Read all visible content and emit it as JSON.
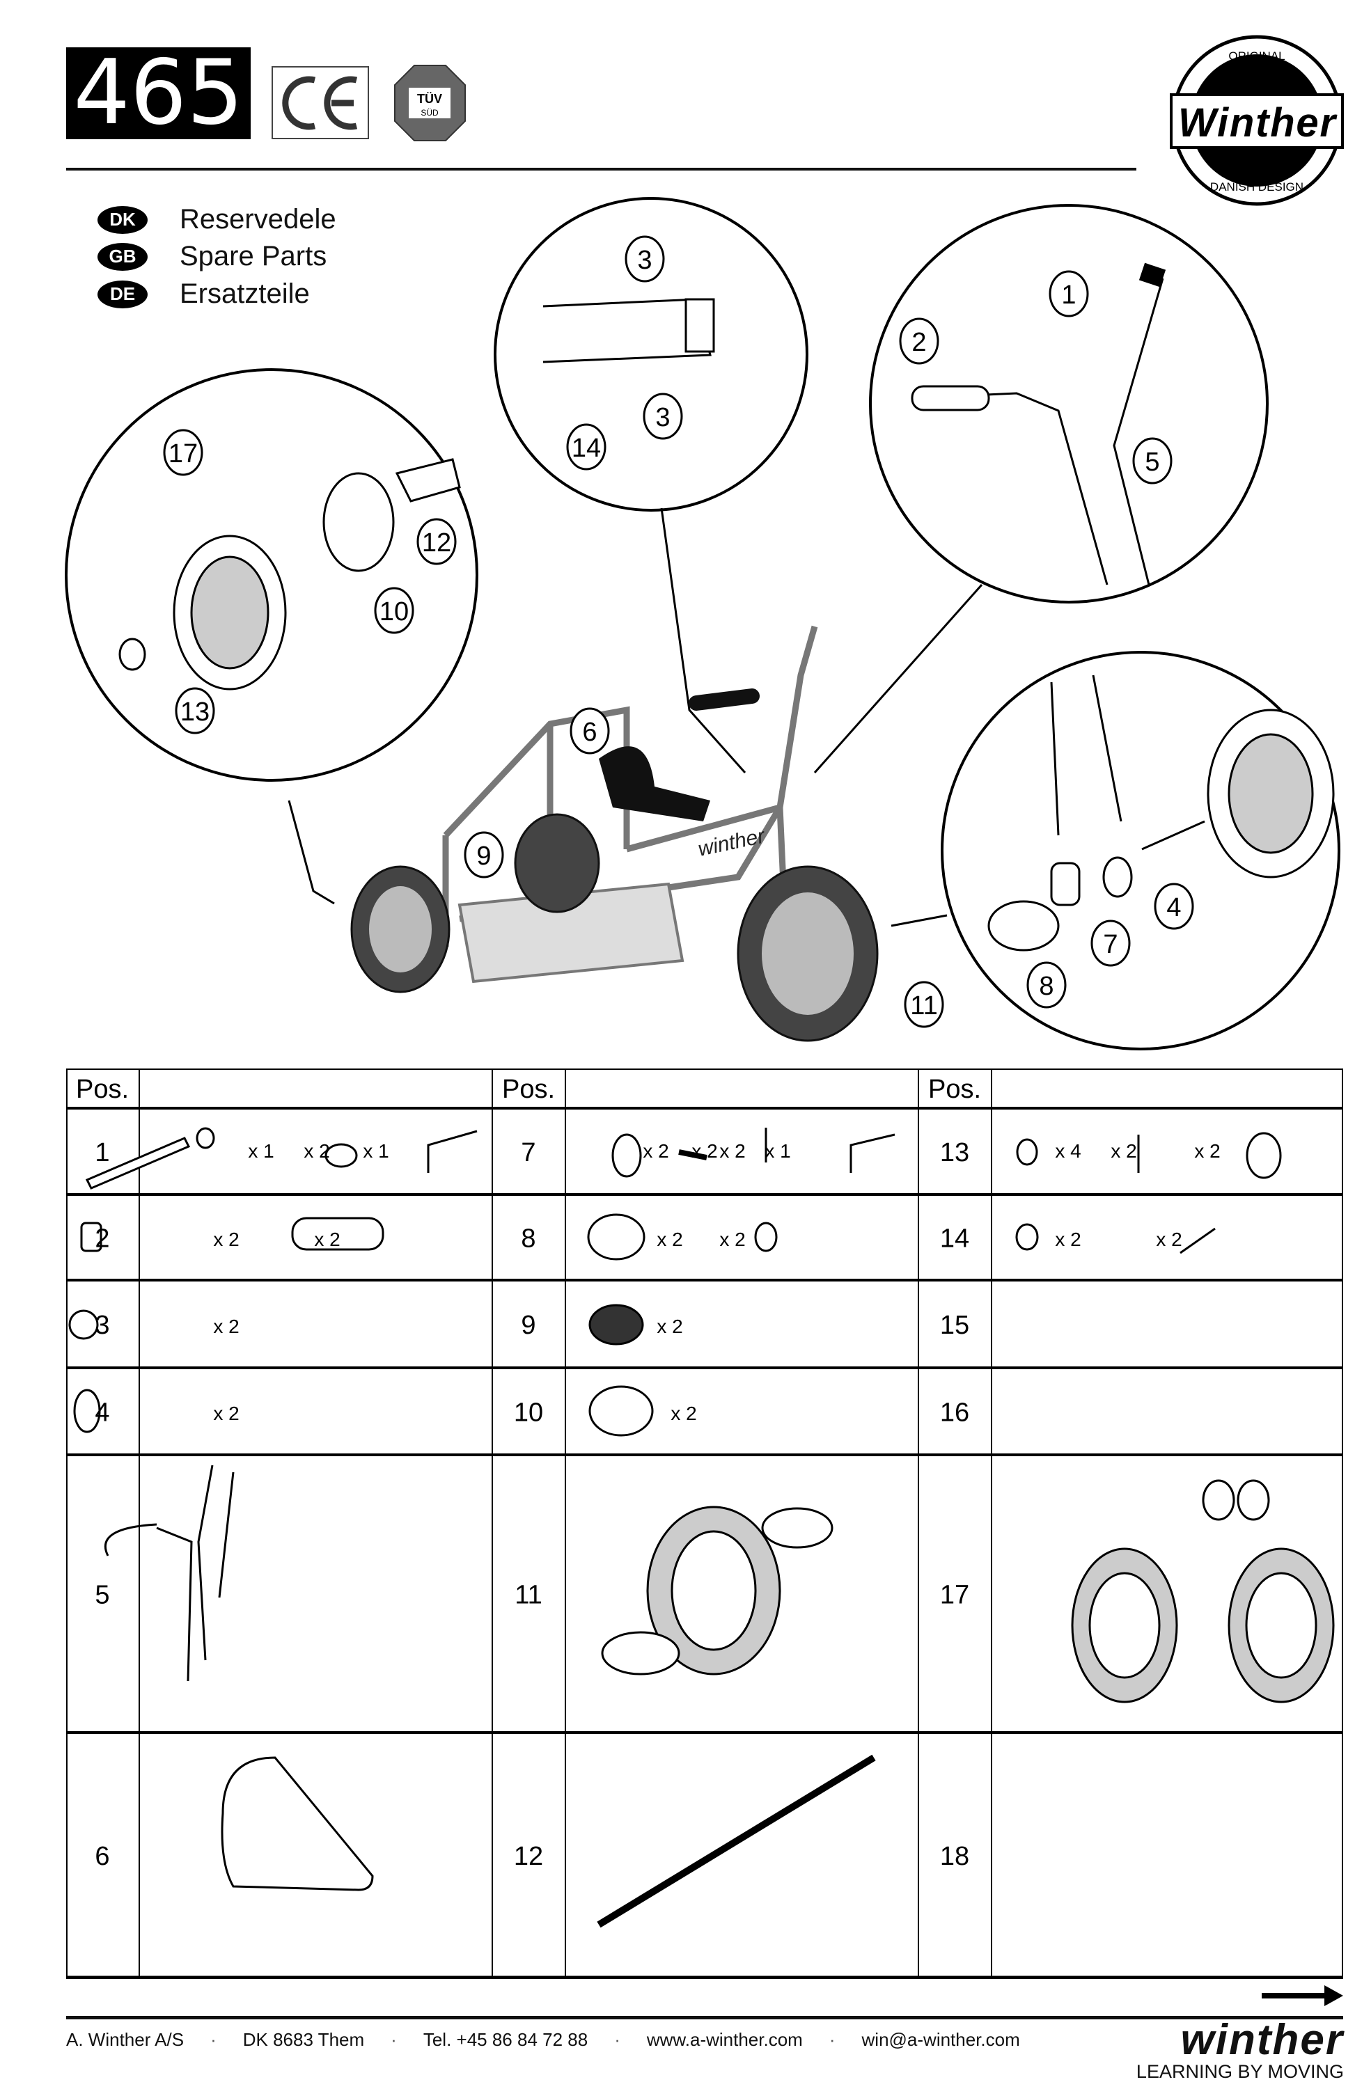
{
  "header": {
    "model_number": "465",
    "ce_mark": "CE",
    "tuv_mark": "TÜV SÜD",
    "brand_logo": {
      "top": "ORIGINAL",
      "name": "Winther",
      "bottom": "DANISH DESIGN"
    }
  },
  "languages": [
    {
      "code": "DK",
      "title": "Reservedele"
    },
    {
      "code": "GB",
      "title": "Spare Parts"
    },
    {
      "code": "DE",
      "title": "Ersatzteile"
    }
  ],
  "diagram": {
    "callouts": [
      "1",
      "2",
      "3",
      "3",
      "4",
      "5",
      "6",
      "7",
      "8",
      "9",
      "10",
      "11",
      "12",
      "13",
      "14",
      "17"
    ],
    "frame_brand": "winther"
  },
  "table": {
    "header": "Pos.",
    "rows": [
      {
        "pos": "1",
        "qty": [
          "x 1",
          "x 2",
          "x 1"
        ]
      },
      {
        "pos": "2",
        "qty": [
          "x 2",
          "x 2"
        ]
      },
      {
        "pos": "3",
        "qty": [
          "x 2"
        ]
      },
      {
        "pos": "4",
        "qty": [
          "x 2"
        ]
      },
      {
        "pos": "5",
        "qty": []
      },
      {
        "pos": "6",
        "qty": []
      },
      {
        "pos": "7",
        "qty": [
          "x 2",
          "x 2",
          "x 2",
          "x 1"
        ]
      },
      {
        "pos": "8",
        "qty": [
          "x 2",
          "x 2"
        ]
      },
      {
        "pos": "9",
        "qty": [
          "x 2"
        ]
      },
      {
        "pos": "10",
        "qty": [
          "x 2"
        ]
      },
      {
        "pos": "11",
        "qty": []
      },
      {
        "pos": "12",
        "qty": []
      },
      {
        "pos": "13",
        "qty": [
          "x 4",
          "x 2",
          "x 2"
        ]
      },
      {
        "pos": "14",
        "qty": [
          "x 2",
          "x 2"
        ]
      },
      {
        "pos": "15",
        "qty": []
      },
      {
        "pos": "16",
        "qty": []
      },
      {
        "pos": "17",
        "qty": []
      },
      {
        "pos": "18",
        "qty": []
      }
    ]
  },
  "footer": {
    "company": "A. Winther A/S",
    "address": "DK 8683 Them",
    "phone": "Tel. +45 86 84 72 88",
    "website": "www.a-winther.com",
    "email": "win@a-winther.com",
    "separator": "·",
    "logo_name": "winther",
    "slogan": "LEARNING BY MOVING"
  }
}
